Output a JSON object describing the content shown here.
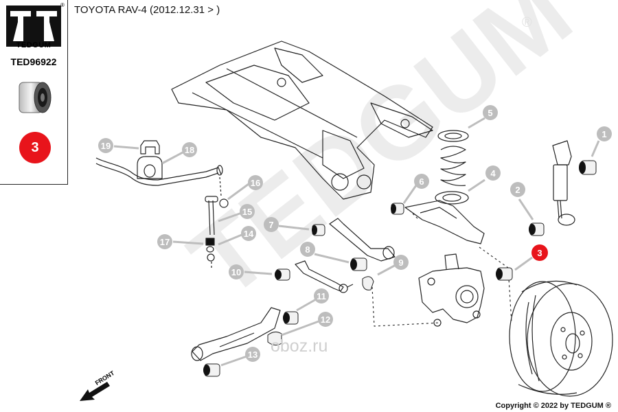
{
  "header": {
    "title": "TOYOTA RAV-4 (2012.12.31 > )"
  },
  "brand": {
    "logo_word": "TEDGUM",
    "registered_mark": "®",
    "watermark": "TEDGUM",
    "watermark_mark": "®"
  },
  "sidebar": {
    "part_number": "TED96922",
    "badge_number": "3"
  },
  "footer": {
    "copyright": "Copyright © 2022 by TEDGUM ®",
    "site_watermark": "oboz.ru"
  },
  "orientation": {
    "label": "FRONT"
  },
  "callouts": [
    "1",
    "2",
    "3",
    "4",
    "5",
    "6",
    "7",
    "8",
    "9",
    "10",
    "11",
    "12",
    "13",
    "14",
    "15",
    "16",
    "17",
    "18",
    "19"
  ],
  "highlight_callout": "3",
  "colors": {
    "highlight": "#e8141b",
    "callout_grey": "#bdbdbd",
    "watermark": "#e6e6e6",
    "line": "#222222"
  }
}
